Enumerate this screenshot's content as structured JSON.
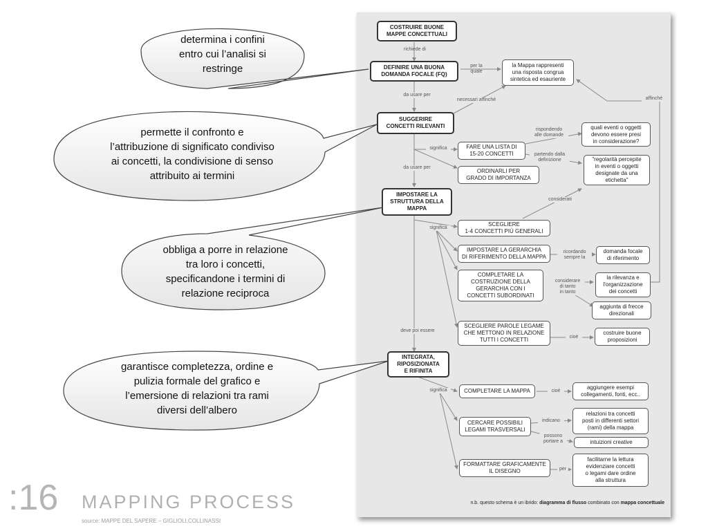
{
  "map": {
    "nodes": {
      "costruire": "COSTRUIRE BUONE\nMAPPE CONCETTUALI",
      "definire": "DEFINIRE UNA BUONA\nDOMANDA FOCALE (FQ)",
      "risposta": "la Mappa rappresenti\nuna risposta congrua\nsintetica ed esauriente",
      "suggerire": "SUGGERIRE\nCONCETTI RILEVANTI",
      "lista": "FARE UNA LISTA DI\n15-20 CONCETTI",
      "eventi": "quali eventi o oggetti\ndevono essere presi\nin considerazione?",
      "ordinarli": "ORDINARLI PER\nGRADO DI IMPORTANZA",
      "regolarita": "\"regolarità percepite\nin eventi o oggetti\ndesignate da una\netichetta\"",
      "impostare_struttura": "IMPOSTARE LA\nSTRUTTURA DELLA\nMAPPA",
      "scegliere14": "SCEGLIERE\n1-4 CONCETTI PIÙ GENERALI",
      "gerarchia": "IMPOSTARE LA GERARCHIA\nDI RIFERIMENTO DELLA MAPPA",
      "domanda_focale": "domanda focale\ndi riferimento",
      "completare_costr": "COMPLETARE LA\nCOSTRUZIONE DELLA\nGERARCHIA CON I\nCONCETTI SUBORDINATI",
      "rilevanza": "la rilevanza e\nl'organizzazione\ndei concetti",
      "frecce": "aggiunta di frecce\ndirezionali",
      "parole_legame": "SCEGLIERE PAROLE LEGAME\nCHE METTONO IN RELAZIONE\nTUTTI I CONCETTI",
      "proposizioni": "costruire buone\nproposizioni",
      "integrata": "INTEGRATA,\nRIPOSIZIONATA\nE RIFINITA",
      "completare_mappa": "COMPLETARE LA MAPPA",
      "esempi": "aggiungere esempi\ncollegamenti, fonti, ecc..",
      "legami": "CERCARE POSSIBILI\nLEGAMI TRASVERSALI",
      "relazioni": "relazioni tra concetti\nposti in differenti settori\n(rami) della mappa",
      "intuizioni": "intuizioni creative",
      "formattare": "FORMATTARE GRAFICAMENTE\nIL DISEGNO",
      "lettura": "facilitarne la lettura\nevidenziare concetti\no legami dare ordine\nalla struttura"
    },
    "links": {
      "richiede_di": "richiede di",
      "per_la_quale": "per la\nquale",
      "da_usare_per_1": "da usare per",
      "necessari_affinche": "necessari affinché",
      "affinche": "affinché",
      "significa_1": "significa",
      "rispondendo": "rispondendo\nalle domande",
      "partendo": "partendo dalla\ndefinizione",
      "da_usare_per_2": "da usare per",
      "considerati": "considerati",
      "significa_2": "significa",
      "ricordando": "ricordando\nsempre la",
      "considerare": "considerare\ndi tanto\nin tanto",
      "cioe_1": "cioè",
      "deve_poi_essere": "deve poi essere",
      "significa_3": "significa",
      "cioe_2": "cioè",
      "indicano": "indicano",
      "possono": "possono\nportare a",
      "per": "per"
    },
    "note": {
      "pre": "n.b. questo schema è un ibrido: ",
      "b1": "diagramma di flusso",
      "mid": " combinato con ",
      "b2": "mappa concettuale"
    }
  },
  "bubbles": {
    "b1": "determina i confini\nentro cui l’analisi si\nrestringe",
    "b2": "permette il confronto e\nl’attribuzione di significato condiviso\nai concetti, la condivisione di senso\nattribuito ai termini",
    "b3": "obbliga a porre in relazione\ntra loro i concetti,\nspecificandone i termini di\nrelazione reciproca",
    "b4": "garantisce completezza, ordine e\npulizia formale del grafico e\nl’emersione di relazioni tra rami\ndiversi dell’albero"
  },
  "footer": {
    "number": ":16",
    "title": "MAPPING PROCESS",
    "source": "source: MAPPE DEL SAPERE – GIGLIOLI,COLLINASSI"
  },
  "colors": {
    "map_bg": "#e7e7e7",
    "line": "#8a8a8a",
    "slide_text": "#b0b0b0"
  }
}
